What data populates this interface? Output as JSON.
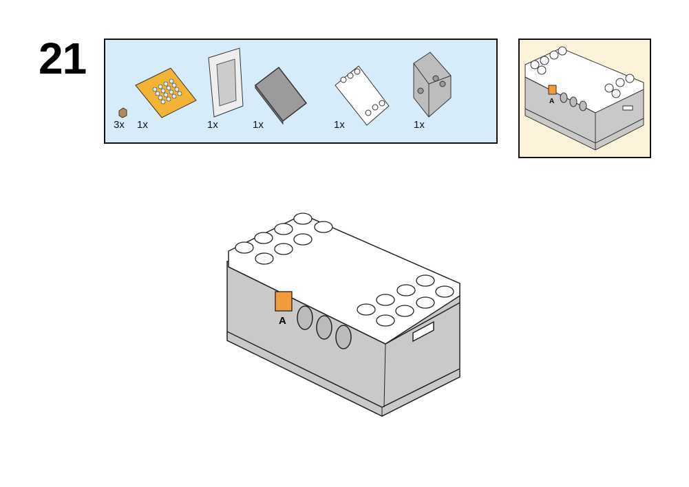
{
  "step": {
    "number": "21"
  },
  "parts_list": {
    "items": [
      {
        "name": "small-clip",
        "quantity": "3x"
      },
      {
        "name": "orange-light-matrix-plate",
        "quantity": "1x"
      },
      {
        "name": "circuit-board-frame",
        "quantity": "1x"
      },
      {
        "name": "gray-cover-plate",
        "quantity": "1x"
      },
      {
        "name": "white-top-plate",
        "quantity": "1x"
      },
      {
        "name": "gray-housing",
        "quantity": "1x"
      }
    ]
  },
  "assembly": {
    "port_label": "A"
  },
  "preview": {
    "port_label": "A"
  },
  "colors": {
    "parts_bg": "#d7ecfb",
    "preview_bg": "#fdf3da",
    "orange": "#f39a3c",
    "gray": "#c9c9c9",
    "yellow": "#f5b335"
  }
}
